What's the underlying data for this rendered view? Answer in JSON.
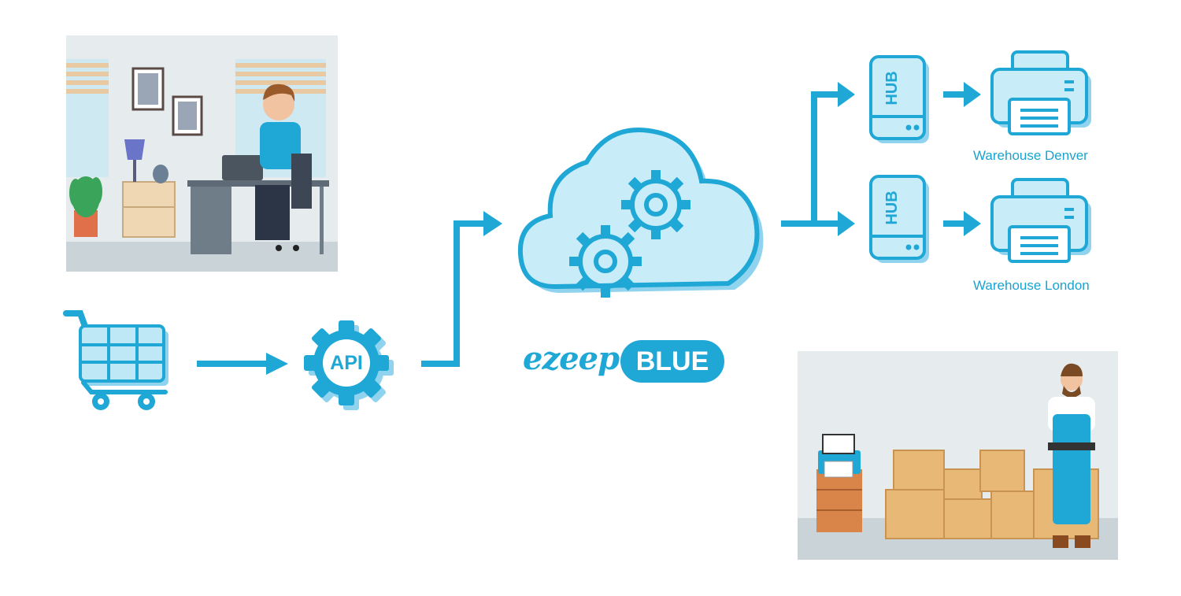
{
  "nodes": {
    "api": "API",
    "hub_label": "HUB",
    "warehouse_top": "Warehouse Denver",
    "warehouse_bottom": "Warehouse London"
  },
  "brand": {
    "word": "ezeep",
    "badge": "BLUE"
  },
  "colors": {
    "accent": "#1fa7d6",
    "accent_light": "#bfe8f6",
    "shadow": "#8fd3ee"
  },
  "icons": [
    "office-scene",
    "shopping-cart-icon",
    "api-gear-icon",
    "cloud-gears-icon",
    "hub-server-icon",
    "printer-icon",
    "warehouse-scene"
  ]
}
